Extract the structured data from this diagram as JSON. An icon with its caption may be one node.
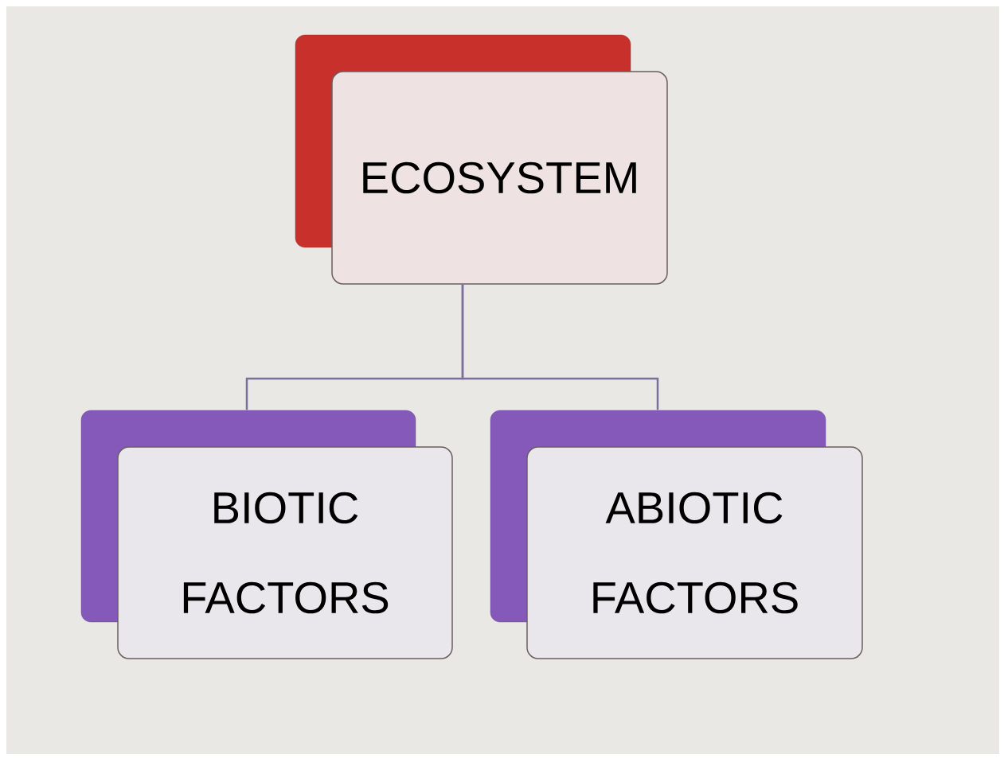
{
  "diagram": {
    "nodes": [
      {
        "text": [
          "ECOSYSTEM"
        ]
      },
      {
        "text": [
          "BIOTIC FACTORS"
        ]
      },
      {
        "text": [
          "ABIOTIC FACTORS"
        ]
      }
    ],
    "edges": [
      {
        "from": 0,
        "to": 1,
        "arrow": "none"
      },
      {
        "from": 0,
        "to": 2,
        "arrow": "none"
      }
    ]
  }
}
